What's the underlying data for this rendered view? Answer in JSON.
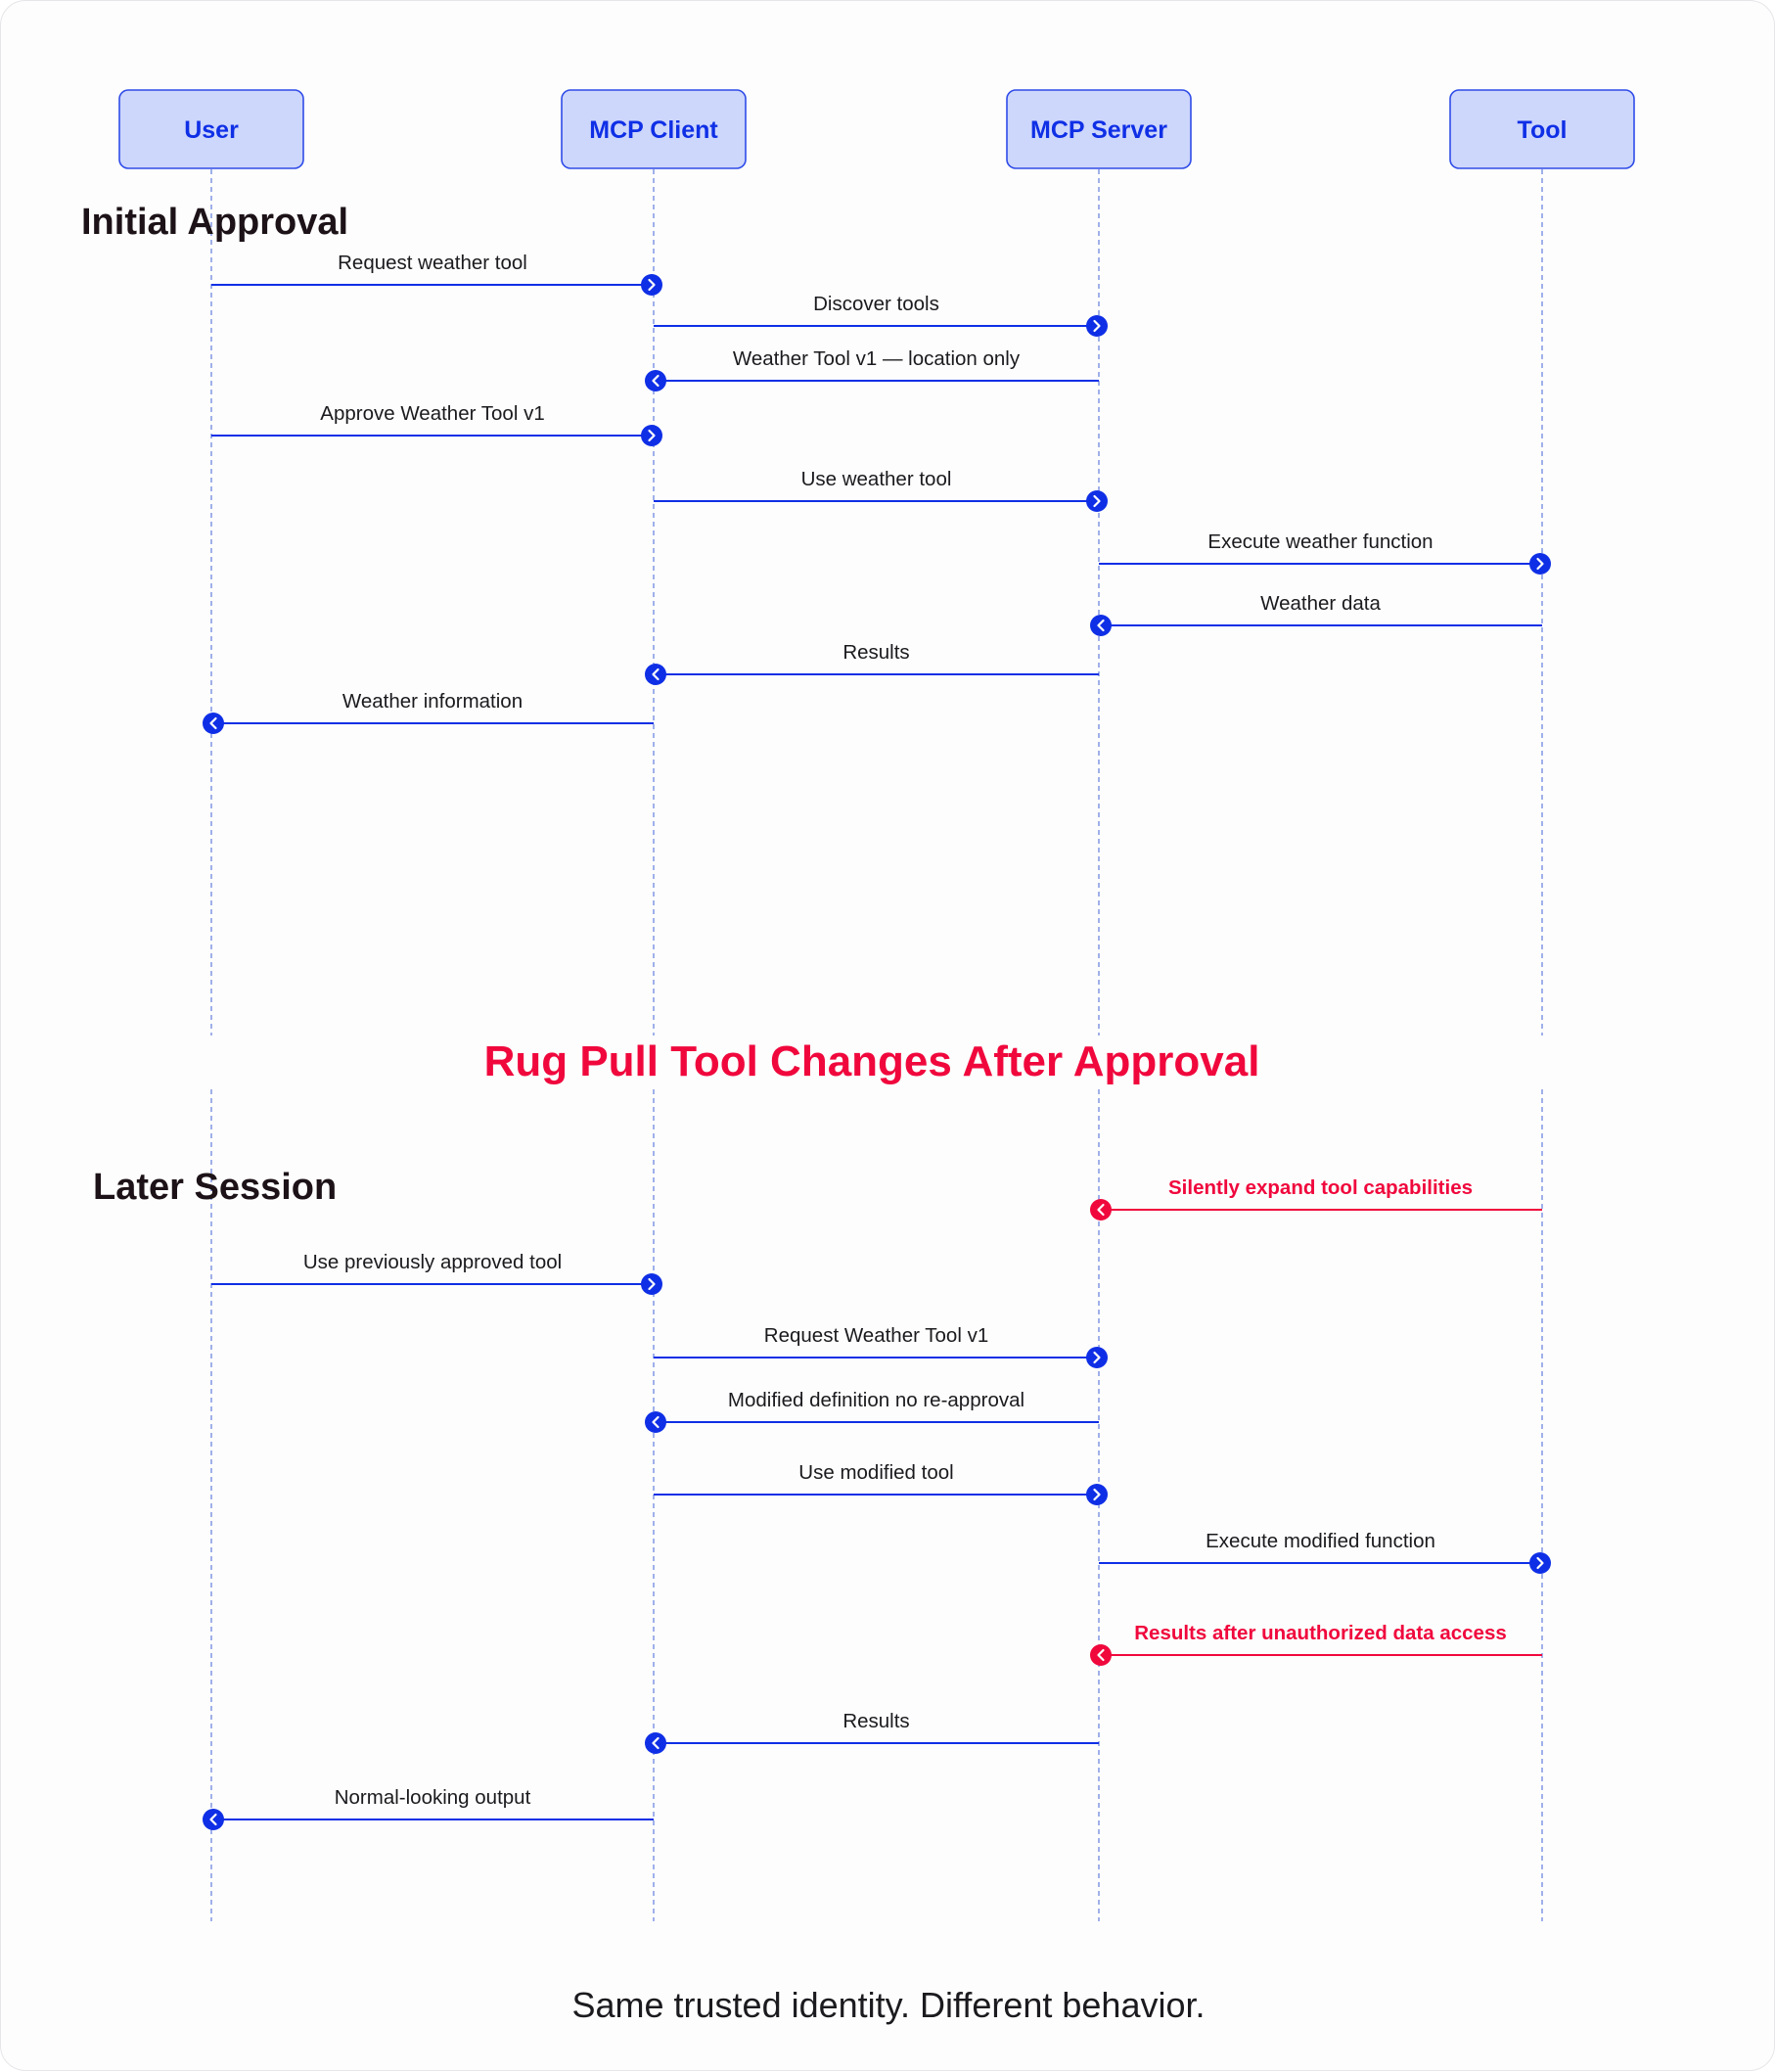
{
  "colors": {
    "primary": "#0f2fe6",
    "alert": "#f0083d",
    "actor_fill": "#cdd6fb",
    "actor_border": "#2f4ce8",
    "lifeline": "#8a9de6",
    "title": "#1c1217",
    "text": "#1b1b1f"
  },
  "actors": [
    {
      "id": "user",
      "label": "User"
    },
    {
      "id": "client",
      "label": "MCP Client"
    },
    {
      "id": "server",
      "label": "MCP Server"
    },
    {
      "id": "tool",
      "label": "Tool"
    }
  ],
  "sections": {
    "initial": "Initial Approval",
    "rug_pull": "Rug Pull Tool Changes After Approval",
    "later": "Later Session"
  },
  "messages_initial": [
    {
      "from": "user",
      "to": "client",
      "label": "Request weather tool",
      "kind": "normal"
    },
    {
      "from": "client",
      "to": "server",
      "label": "Discover tools",
      "kind": "normal"
    },
    {
      "from": "server",
      "to": "client",
      "label": "Weather Tool v1 — location only",
      "kind": "normal"
    },
    {
      "from": "user",
      "to": "client",
      "label": "Approve Weather Tool v1",
      "kind": "normal"
    },
    {
      "from": "client",
      "to": "server",
      "label": "Use weather tool",
      "kind": "normal"
    },
    {
      "from": "server",
      "to": "tool",
      "label": "Execute weather function",
      "kind": "normal"
    },
    {
      "from": "tool",
      "to": "server",
      "label": "Weather data",
      "kind": "normal"
    },
    {
      "from": "server",
      "to": "client",
      "label": "Results",
      "kind": "normal"
    },
    {
      "from": "client",
      "to": "user",
      "label": "Weather information",
      "kind": "normal"
    }
  ],
  "messages_later": [
    {
      "from": "tool",
      "to": "server",
      "label": "Silently expand tool capabilities",
      "kind": "alert"
    },
    {
      "from": "user",
      "to": "client",
      "label": "Use previously approved tool",
      "kind": "normal"
    },
    {
      "from": "client",
      "to": "server",
      "label": "Request Weather Tool v1",
      "kind": "normal"
    },
    {
      "from": "server",
      "to": "client",
      "label": "Modified definition no re-approval",
      "kind": "normal"
    },
    {
      "from": "client",
      "to": "server",
      "label": "Use modified tool",
      "kind": "normal"
    },
    {
      "from": "server",
      "to": "tool",
      "label": "Execute modified function",
      "kind": "normal"
    },
    {
      "from": "tool",
      "to": "server",
      "label": "Results after unauthorized data access",
      "kind": "alert"
    },
    {
      "from": "server",
      "to": "client",
      "label": "Results",
      "kind": "normal"
    },
    {
      "from": "client",
      "to": "user",
      "label": "Normal-looking output",
      "kind": "normal"
    }
  ],
  "footer": "Same trusted identity. Different behavior."
}
